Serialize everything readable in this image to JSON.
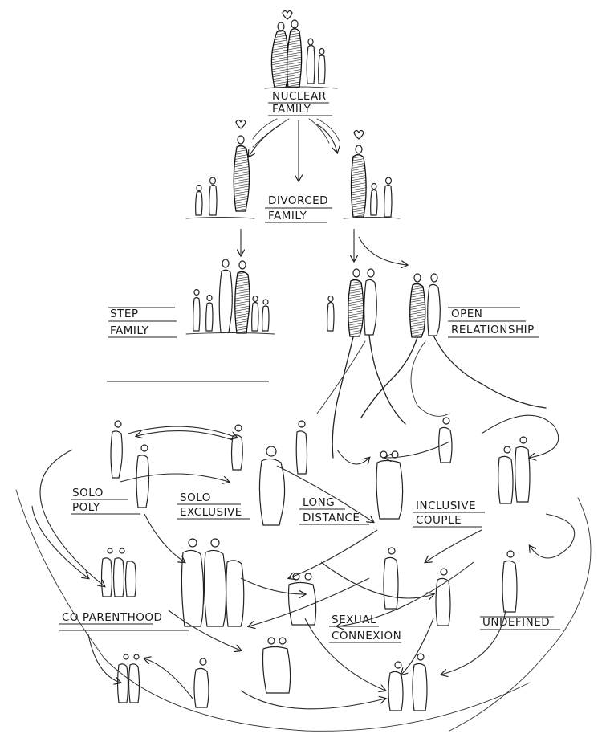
{
  "labels": {
    "nuclear": [
      "NUCLEAR",
      "FAMILY"
    ],
    "divorced": [
      "DIVORCED",
      "FAMILY"
    ],
    "step": [
      "STEP",
      "FAMILY"
    ],
    "open": [
      "OPEN",
      "RELATIONSHIP"
    ],
    "solo_poly": [
      "SOLO",
      "POLY"
    ],
    "solo_exclusive": [
      "SOLO",
      "EXCLUSIVE"
    ],
    "long_distance": [
      "LONG",
      "DISTANCE"
    ],
    "inclusive_couple": [
      "INCLUSIVE",
      "COUPLE"
    ],
    "coparenthood": [
      "CO PARENTHOOD"
    ],
    "sexual_connexion": [
      "SEXUAL",
      "CONNEXION"
    ],
    "undefined": [
      "UNDEFINED"
    ]
  }
}
